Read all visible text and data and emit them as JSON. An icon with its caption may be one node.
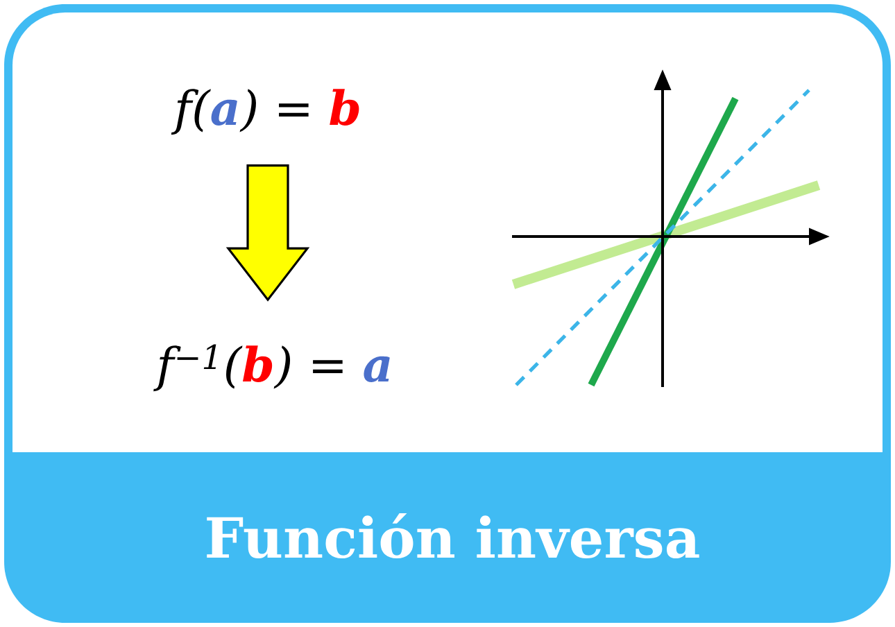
{
  "diagram": {
    "title": "Función inversa",
    "nodes": [
      {
        "text": [
          "f(**a**) = **b**"
        ]
      },
      {
        "text": [
          "f$^{−1}$(**b**) = **a**"
        ]
      }
    ],
    "edges": [
      {
        "from": 0,
        "to": 1,
        "arrow": "to",
        "color": "#ffff00"
      }
    ]
  }
}
